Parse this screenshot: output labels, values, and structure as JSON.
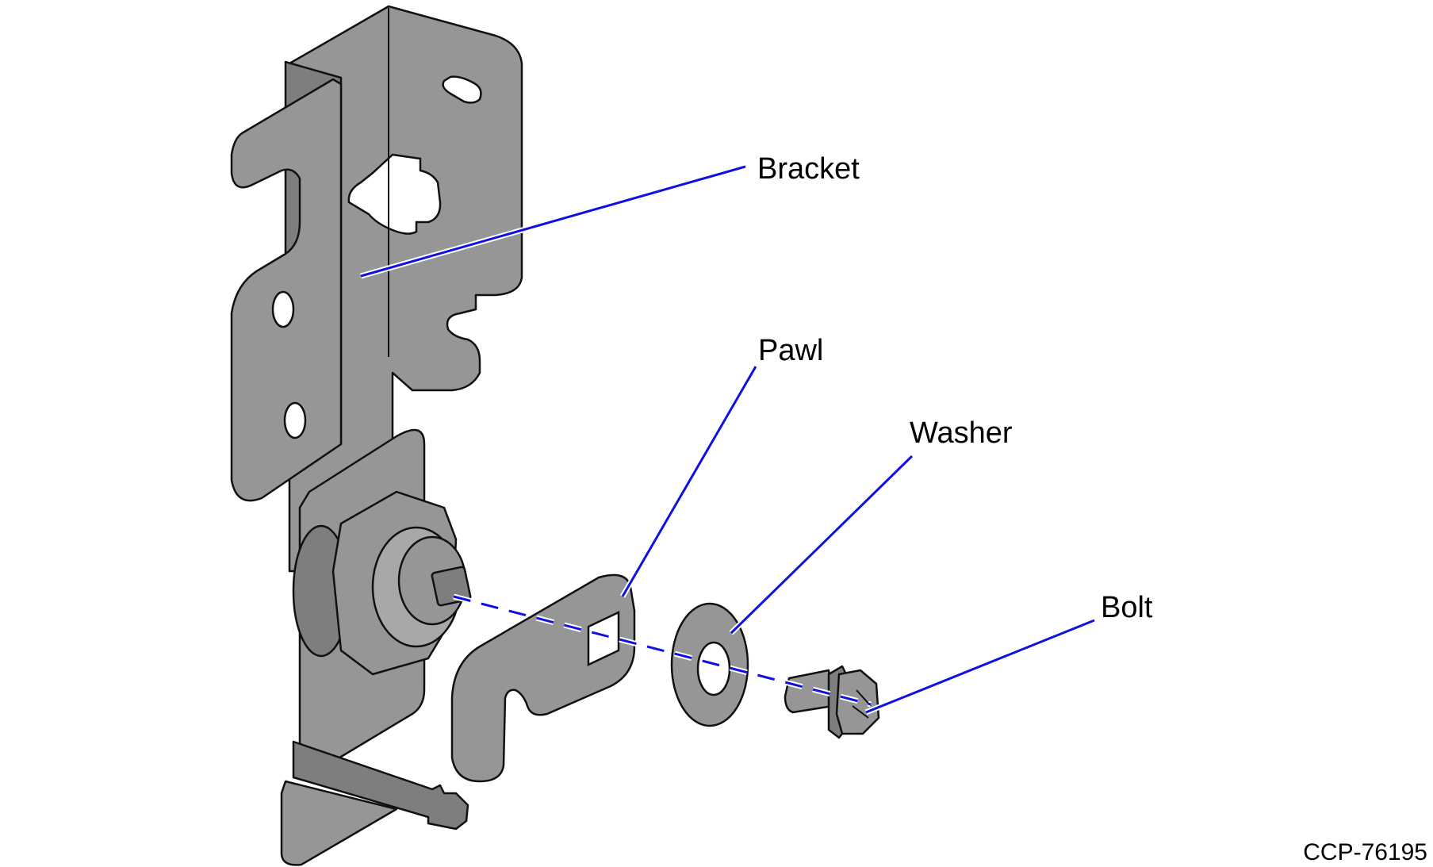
{
  "callouts": {
    "bracket": "Bracket",
    "pawl": "Pawl",
    "washer": "Washer",
    "bolt": "Bolt"
  },
  "figure_id": "CCP-76195",
  "colors": {
    "leader_line": "#1010e0",
    "part_fill": "#969696",
    "part_outline": "#111111",
    "background": "#ffffff"
  }
}
